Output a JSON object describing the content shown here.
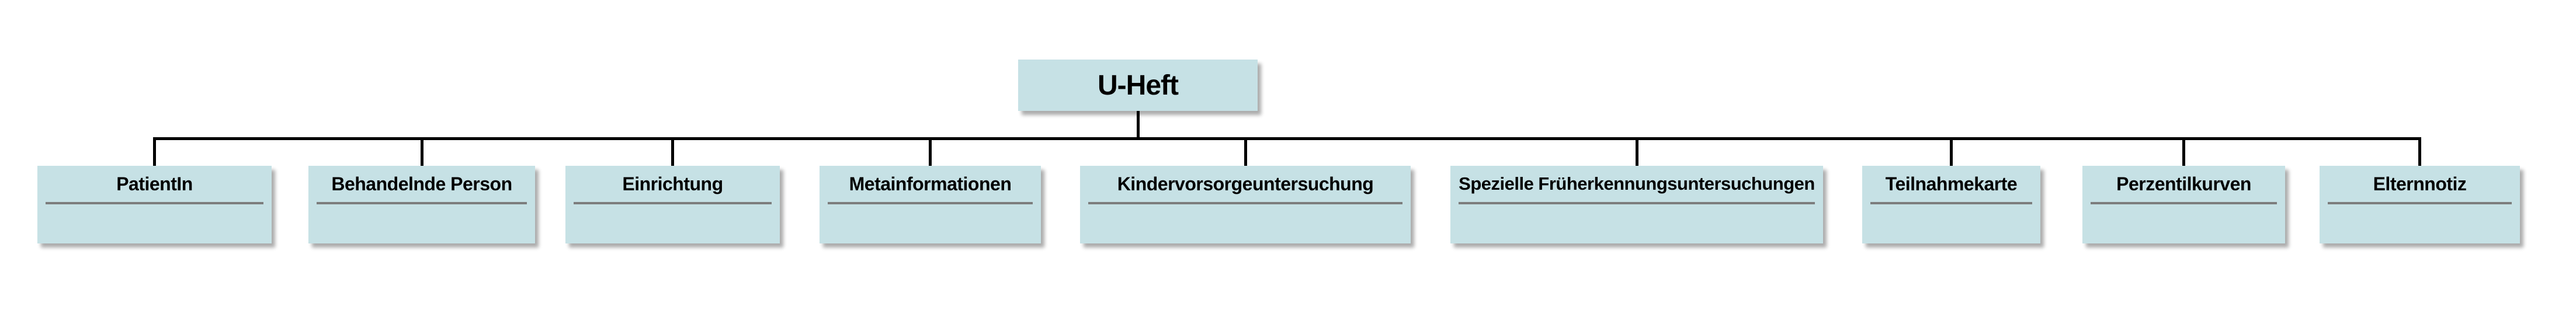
{
  "diagram": {
    "type": "tree",
    "root": {
      "label": "U-Heft"
    },
    "children": [
      {
        "label": "PatientIn"
      },
      {
        "label": "Behandelnde Person"
      },
      {
        "label": "Einrichtung"
      },
      {
        "label": "Metainformationen"
      },
      {
        "label": "Kindervorsorgeuntersuchung"
      },
      {
        "label": "Spezielle Früherkennungsuntersuchungen"
      },
      {
        "label": "Teilnahmekarte"
      },
      {
        "label": "Perzentilkurven"
      },
      {
        "label": "Elternnotiz"
      }
    ],
    "colors": {
      "node_fill": "#c6e1e5",
      "divider": "#7d7d7d",
      "connector": "#000000",
      "background": "#ffffff",
      "text": "#000000"
    }
  }
}
